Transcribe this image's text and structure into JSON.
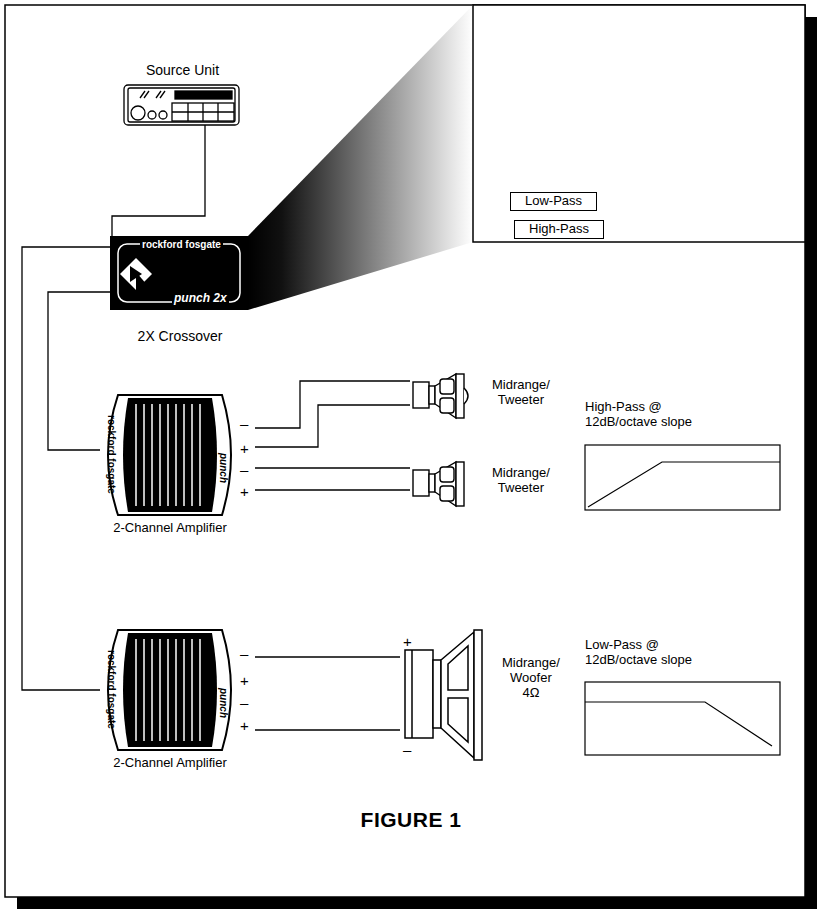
{
  "diagram": {
    "caption": "FIGURE 1",
    "nodes": [
      {
        "text": [
          "Source Unit"
        ]
      },
      {
        "text": [
          "rockford fosgate",
          "punch 2x",
          "2X Crossover"
        ]
      },
      {
        "text": [
          "Low-Pass"
        ]
      },
      {
        "text": [
          "High-Pass"
        ]
      },
      {
        "text": [
          "rockford fosgate",
          "punch",
          "2-Channel Amplifier"
        ]
      },
      {
        "text": [
          "Midrange/ Tweeter"
        ]
      },
      {
        "text": [
          "Midrange/ Tweeter"
        ]
      },
      {
        "text": [
          "High-Pass @ 12dB/octave slope"
        ]
      },
      {
        "text": [
          "rockford fosgate",
          "punch",
          "2-Channel Amplifier"
        ]
      },
      {
        "text": [
          "Midrange/ Woofer 4Ω"
        ]
      },
      {
        "text": [
          "Low-Pass @ 12dB/octave slope"
        ]
      }
    ],
    "edges": [
      {
        "from": 0,
        "to": 1,
        "arrow": "none"
      },
      {
        "from": 1,
        "to": 4,
        "arrow": "none"
      },
      {
        "from": 1,
        "to": 8,
        "arrow": "none"
      },
      {
        "from": 4,
        "to": 5,
        "arrow": "none"
      },
      {
        "from": 4,
        "to": 5,
        "arrow": "none"
      },
      {
        "from": 4,
        "to": 6,
        "arrow": "none"
      },
      {
        "from": 4,
        "to": 6,
        "arrow": "none"
      },
      {
        "from": 8,
        "to": 9,
        "arrow": "none"
      },
      {
        "from": 8,
        "to": 9,
        "arrow": "none"
      }
    ],
    "labels": [
      "–",
      "+",
      "–",
      "+",
      "–",
      "+",
      "–",
      "+",
      "+",
      "–"
    ]
  }
}
